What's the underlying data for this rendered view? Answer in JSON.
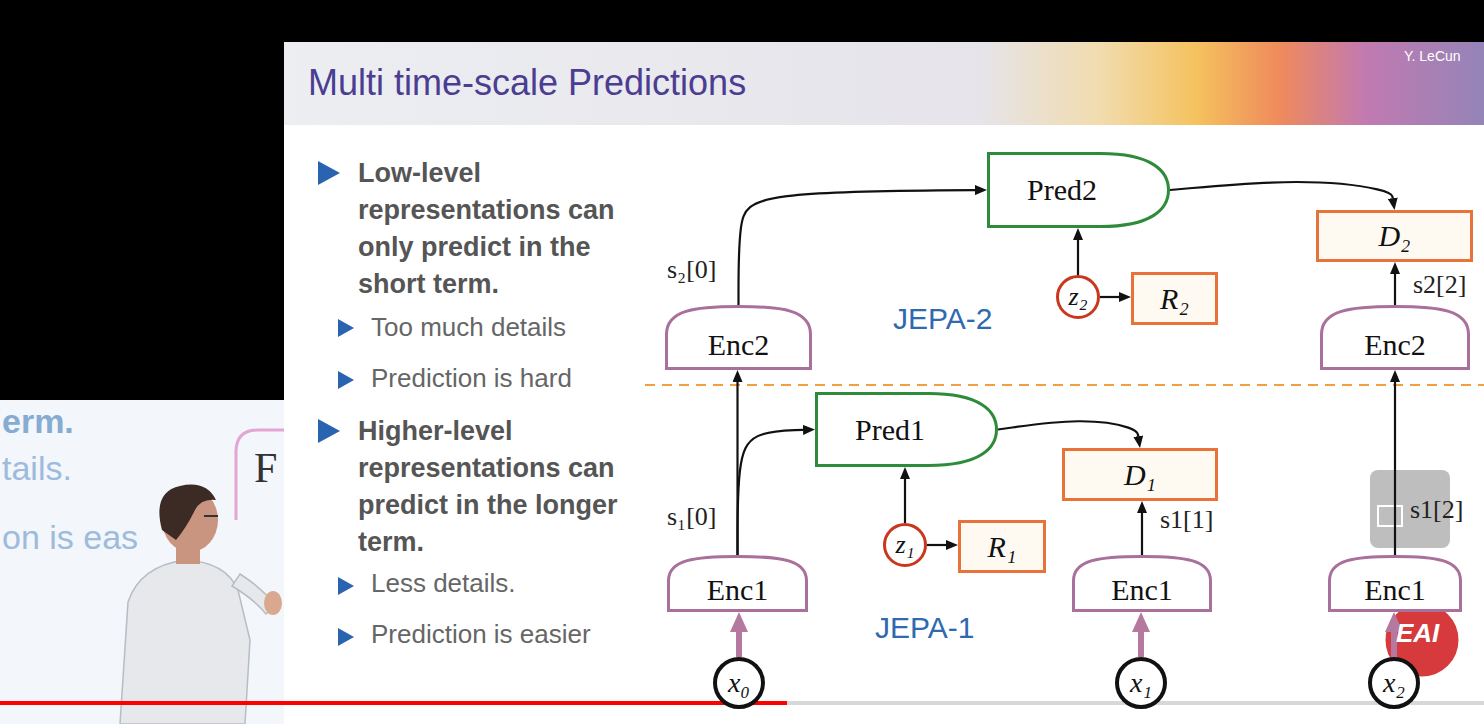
{
  "diagram": {
    "title": "Multi time-scale Predictions",
    "nodes": [
      {
        "text": [
          "Pred2"
        ]
      },
      {
        "text": [
          "D₂"
        ]
      },
      {
        "text": [
          "z₂"
        ]
      },
      {
        "text": [
          "R₂"
        ]
      },
      {
        "text": [
          "Enc2"
        ]
      },
      {
        "text": [
          "Enc2"
        ]
      },
      {
        "text": [
          "Pred1"
        ]
      },
      {
        "text": [
          "D₁"
        ]
      },
      {
        "text": [
          "z₁"
        ]
      },
      {
        "text": [
          "R₁"
        ]
      },
      {
        "text": [
          "Enc1"
        ]
      },
      {
        "text": [
          "Enc1"
        ]
      },
      {
        "text": [
          "Enc1"
        ]
      },
      {
        "text": [
          "x₀"
        ]
      },
      {
        "text": [
          "x₁"
        ]
      },
      {
        "text": [
          "x₂"
        ]
      }
    ],
    "edges": [
      {
        "from": 13,
        "to": 10,
        "arrow": "to"
      },
      {
        "from": 14,
        "to": 11,
        "arrow": "to"
      },
      {
        "from": 15,
        "to": 12,
        "arrow": "to"
      },
      {
        "from": 10,
        "to": 4,
        "arrow": "to"
      },
      {
        "from": 10,
        "to": 6,
        "arrow": "to"
      },
      {
        "from": 6,
        "to": 7,
        "arrow": "to"
      },
      {
        "from": 8,
        "to": 6,
        "arrow": "to"
      },
      {
        "from": 8,
        "to": 9,
        "arrow": "to"
      },
      {
        "from": 11,
        "to": 7,
        "arrow": "to"
      },
      {
        "from": 4,
        "to": 0,
        "arrow": "to"
      },
      {
        "from": 0,
        "to": 1,
        "arrow": "to"
      },
      {
        "from": 2,
        "to": 0,
        "arrow": "to"
      },
      {
        "from": 2,
        "to": 3,
        "arrow": "to"
      },
      {
        "from": 12,
        "to": 5,
        "arrow": "to"
      },
      {
        "from": 5,
        "to": 1,
        "arrow": "to"
      }
    ],
    "labels": [
      "Y. LeCun",
      "Low-level representations can only predict in the short term.",
      "Too much details",
      "Prediction is hard",
      "Higher-level representations can predict in the longer term.",
      "Less details.",
      "Prediction is easier",
      "JEPA-2",
      "JEPA-1",
      "s₂[0]",
      "s₁[0]",
      "s1[1]",
      "s2[2]",
      "s1[2]",
      "erm.",
      "tails.",
      "on is eas",
      "F",
      "EAI"
    ]
  }
}
